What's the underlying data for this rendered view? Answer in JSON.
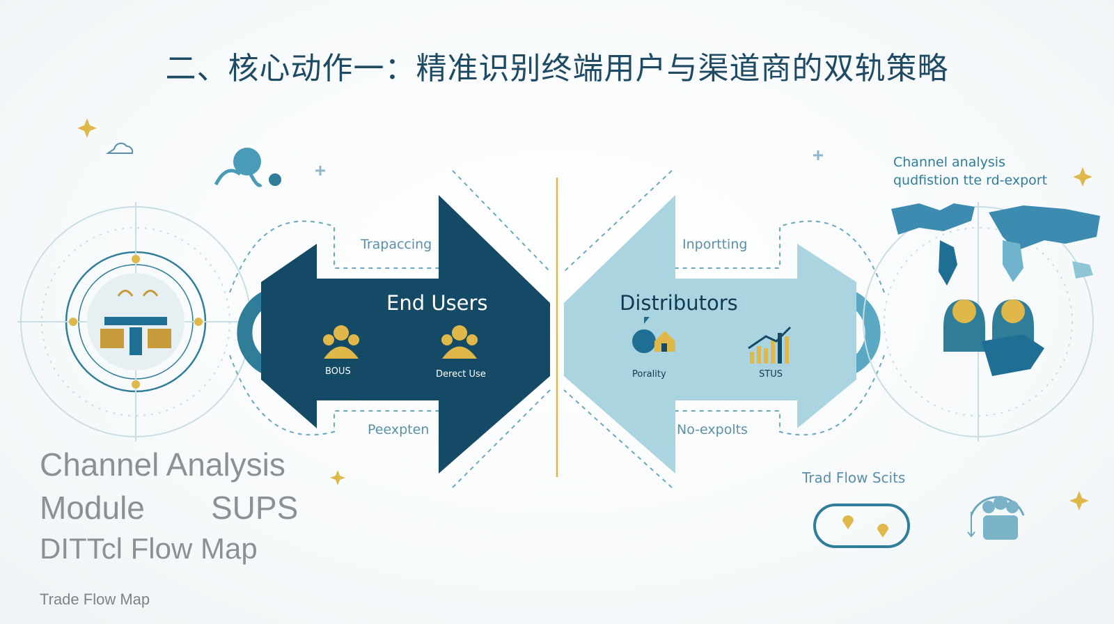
{
  "title": "二、核心动作一：精准识别终端用户与渠道商的双轨策略",
  "left_arrow": {
    "title": "End Users",
    "top_label": "Trapaccing",
    "bottom_label": "Peexpten",
    "icons": [
      {
        "icon": "user-group-icon",
        "caption": "BOUS"
      },
      {
        "icon": "user-group-icon",
        "caption": "Derect Use"
      }
    ]
  },
  "right_arrow": {
    "title": "Distributors",
    "top_label": "Inportting",
    "bottom_label": "No-expolts",
    "icons": [
      {
        "icon": "house-icon",
        "caption": "Porality"
      },
      {
        "icon": "bar-chart-icon",
        "caption": "STUS"
      }
    ]
  },
  "left_panel": {
    "line1": "Channel Analysis",
    "line2a": "Module",
    "line2b": "SUPS",
    "line3": "DITTcl Flow Map",
    "footer": "Trade Flow Map"
  },
  "right_panel": {
    "caption_line1": "Channel analysis",
    "caption_line2": "qudfistion tte rd-export",
    "flow_label": "Trad Flow Scits"
  },
  "colors": {
    "dark_teal": "#154a66",
    "light_teal": "#a9d4e0",
    "accent_gold": "#e0b84a",
    "title": "#1f4a63"
  }
}
